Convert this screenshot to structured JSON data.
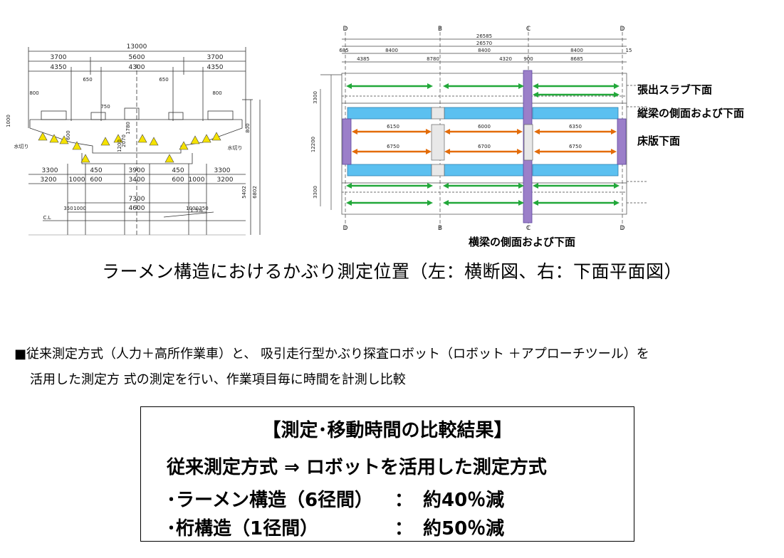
{
  "cross_section": {
    "dims": {
      "total": "13000",
      "top_left": "3700",
      "top_mid": "5600",
      "top_right": "3700",
      "second_left": "4350",
      "second_mid": "4300",
      "second_right": "4350",
      "d650a": "650",
      "d650b": "650",
      "d800a": "800",
      "d800b": "800",
      "d750": "750",
      "v1000": "1000",
      "v600": "600",
      "v1200": "1200",
      "v1780": "1780",
      "v2070": "2070",
      "v2001000": "800",
      "lower_3300a": "3300",
      "lower_4450a": "450",
      "lower_3900": "3900",
      "lower_4450b": "450",
      "lower_3300b": "3300",
      "l3200a": "3200",
      "l1000a": "1000",
      "l600a": "600",
      "l3400": "3400",
      "l600b": "600",
      "l1000b": "1000",
      "l3200b": "3200",
      "p7300": "7300",
      "p350a": "350",
      "p1000a": "1000",
      "p4600": "4600",
      "p1000b": "1000",
      "p350b": "350",
      "v5402": "5402",
      "v6802": "6802",
      "slope": "1.5%",
      "cl": "C.L",
      "dw_left": "水切り",
      "dw_right": "水切り"
    }
  },
  "plan_view": {
    "grid_top": [
      "D",
      "B",
      "C",
      "D"
    ],
    "grid_bottom": [
      "D",
      "B",
      "C",
      "D"
    ],
    "dims": {
      "total1": "26585",
      "total2": "26570",
      "s685a": "685",
      "s8400a": "8400",
      "s8400b": "8400",
      "s8400c": "8400",
      "s15": "15",
      "s4385": "4385",
      "s8785": "8780",
      "s4320": "4320",
      "s900": "900",
      "s8685": "8685",
      "v3300a": "3300",
      "v12200": "12200",
      "v3300b": "3300",
      "in6150a": "6150",
      "in6000": "6000",
      "in6150b": "6350",
      "in6750a": "6750",
      "in6700": "6700",
      "in6750b": "6750"
    },
    "labels": {
      "slab_bottom": "張出スラブ下面",
      "stringer": "縦梁の側面および下面",
      "deck_bottom": "床版下面",
      "crossbeam": "横梁の側面および下面"
    }
  },
  "caption": "ラーメン構造におけるかぶり測定位置（左：横断図、右：下面平面図）",
  "description": {
    "line1": "■従来測定方式（人力＋高所作業車）と、 吸引走行型かぶり探査ロボット（ロボット ＋アプローチツール）を",
    "line2": "活用した測定方 式の測定を行い、作業項目毎に時間を計測し比較"
  },
  "result": {
    "title": "【測定･移動時間の比較結果】",
    "subtitle": "従来測定方式 ⇒ ロボットを活用した測定方式",
    "rows": [
      {
        "label": "･ラーメン構造（6径間）",
        "colon": "：",
        "value": "約40％減"
      },
      {
        "label": "･桁構造（1径間）",
        "colon": "：",
        "value": "約50％減"
      }
    ]
  },
  "colors": {
    "green_arrow": "#22a83a",
    "orange_arrow": "#e36c0a",
    "blue_band": "#5bc0f0",
    "purple_band": "#9b7fc9",
    "triangle": "#f5e200"
  }
}
